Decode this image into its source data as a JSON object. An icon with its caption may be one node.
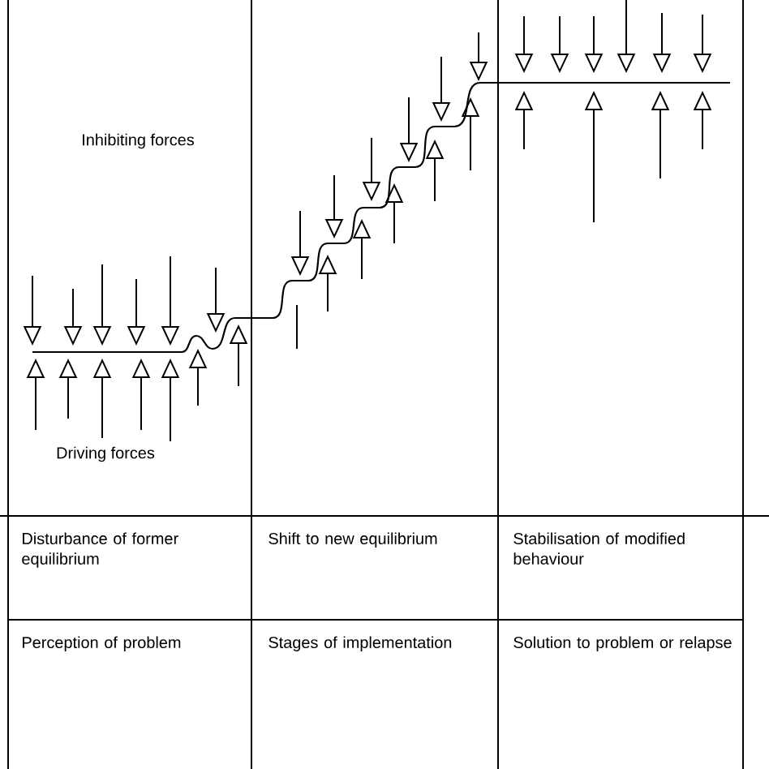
{
  "diagram": {
    "labels": [
      "Inhibiting forces",
      "Driving forces",
      "Disturbance of former equilibrium",
      "Shift to new equilibrium",
      "Stabilisation of modified behaviour",
      "Perception of problem",
      "Stages of implementation",
      "Solution to problem or relapse"
    ]
  }
}
